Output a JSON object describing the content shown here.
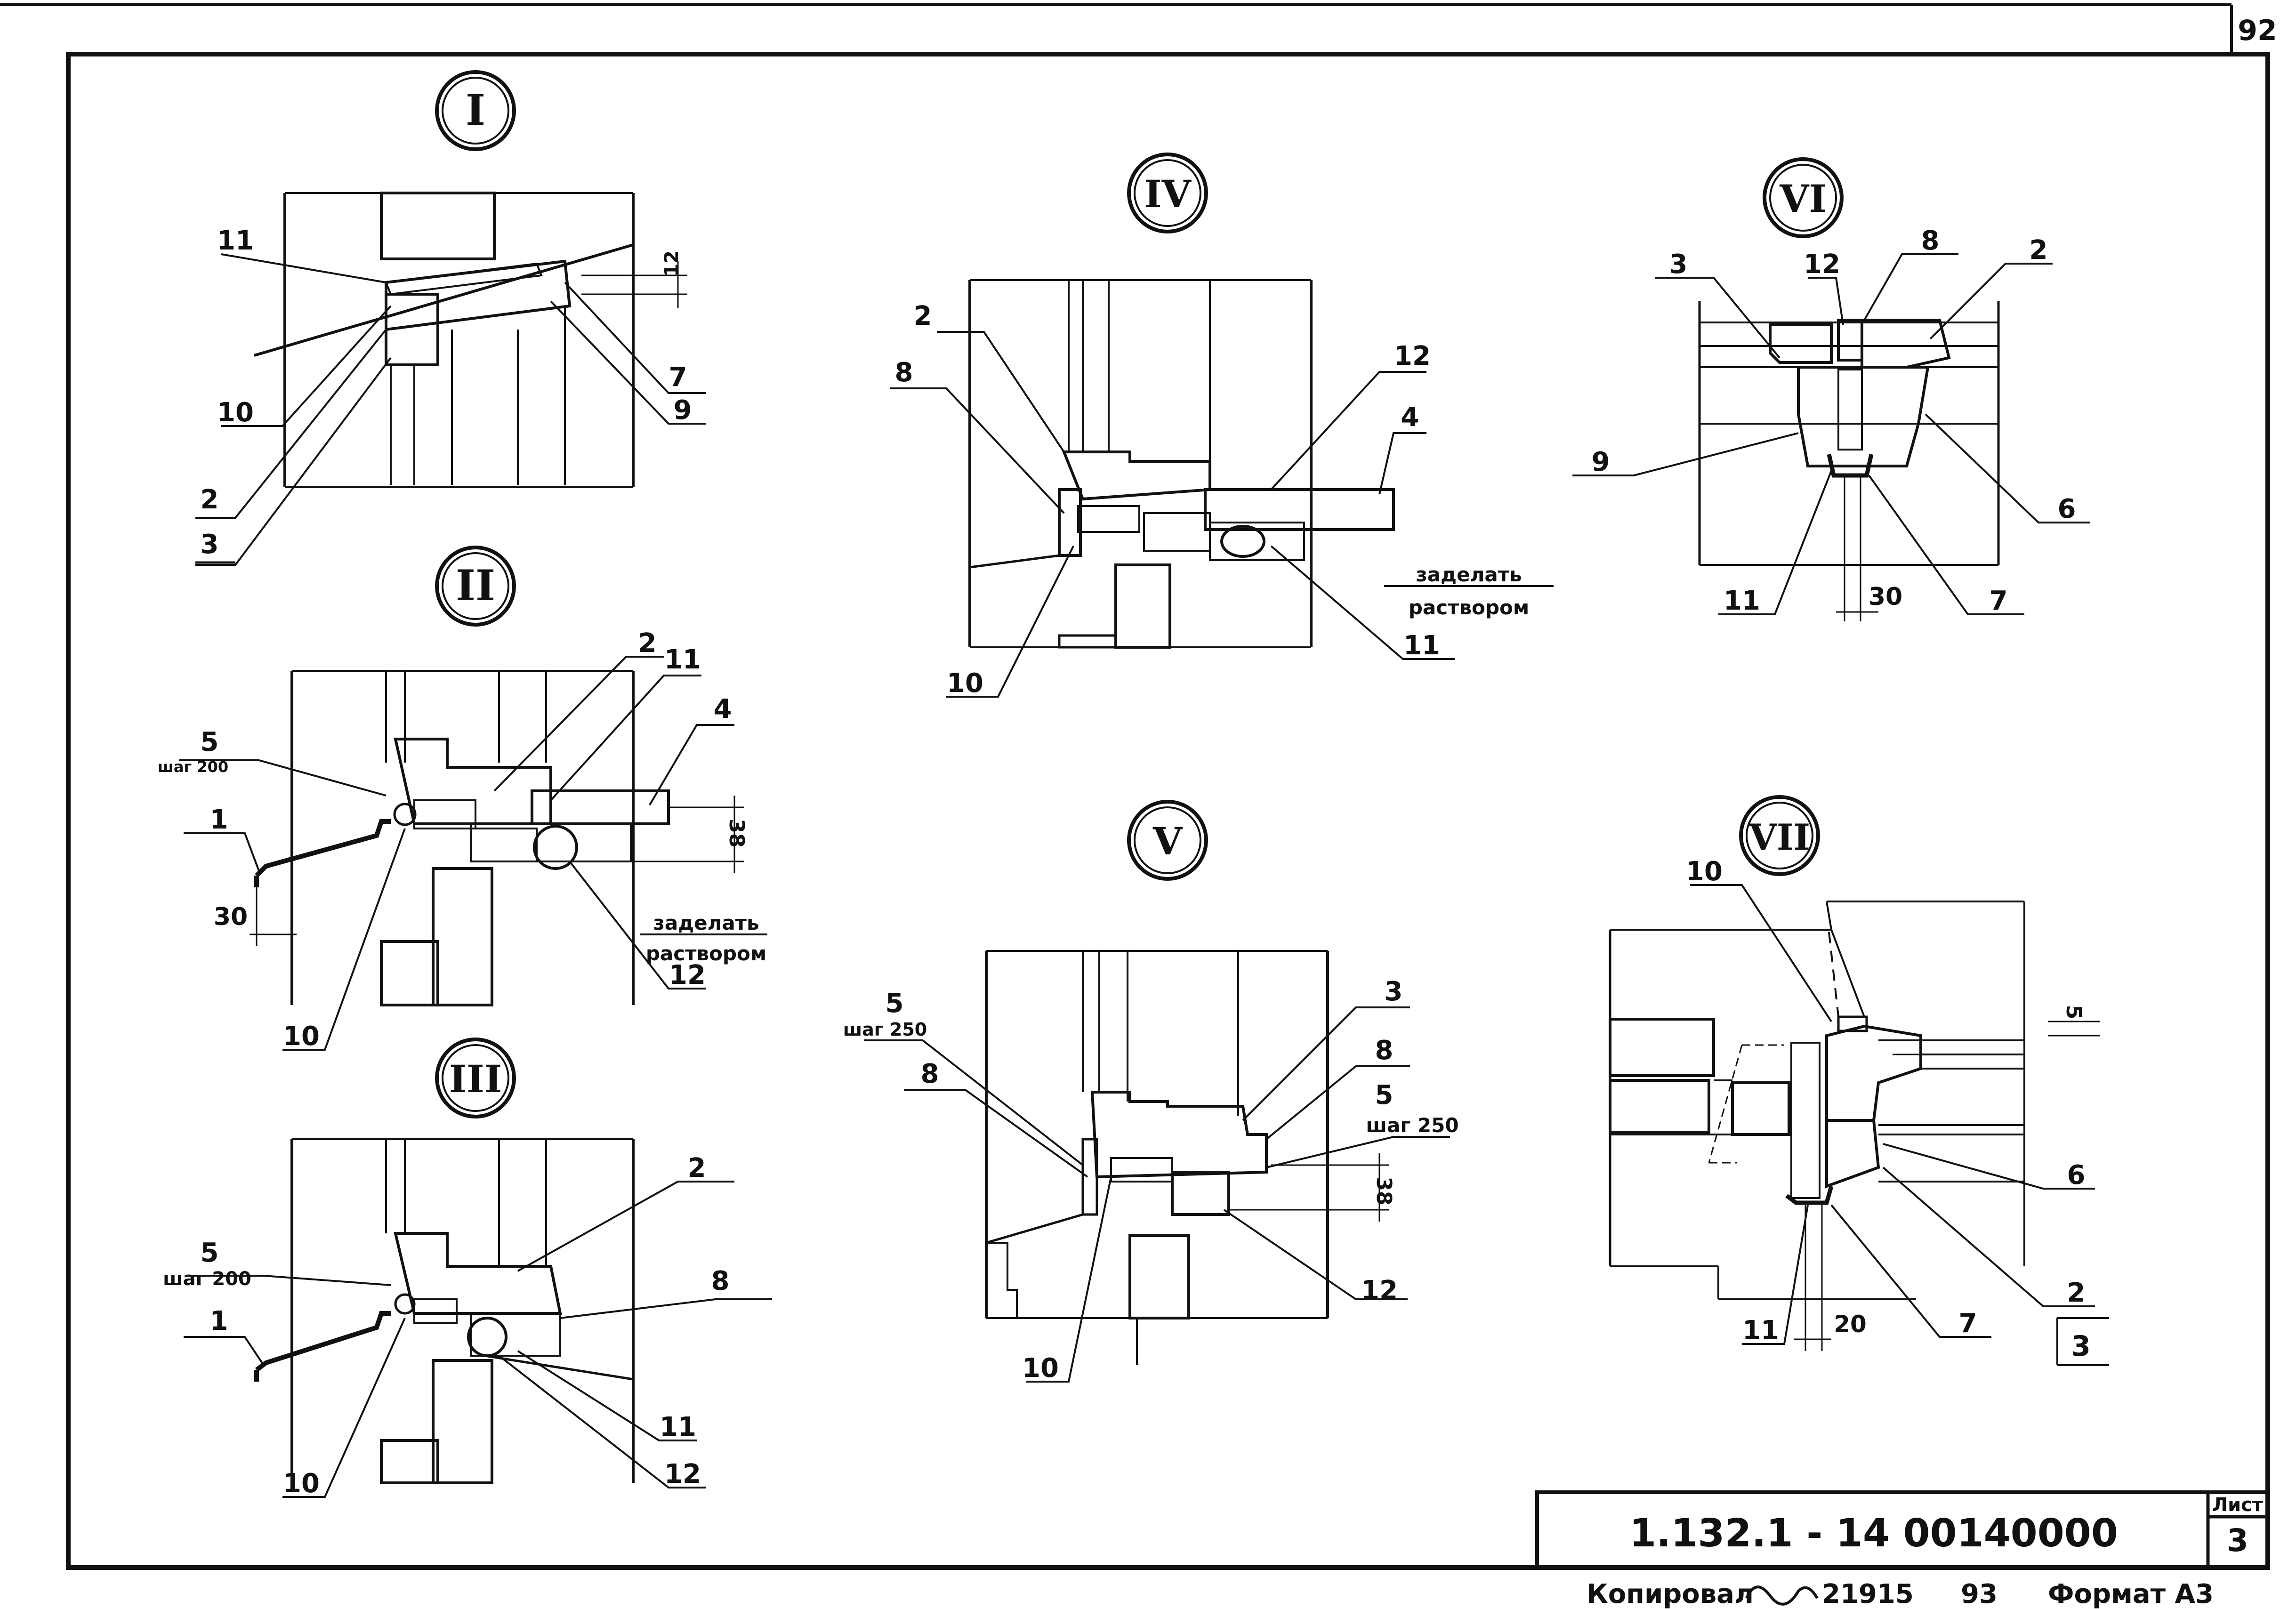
{
  "sheet": {
    "page_number": "92",
    "designation": "1.132.1 - 14 00140000",
    "list_header": "Лист",
    "list_number": "3",
    "copied_by": "Копировал",
    "order_number": "21915",
    "order_extra": "93",
    "format": "Формат А3"
  },
  "details": [
    {
      "id": "I",
      "callouts": [
        {
          "text": "11"
        },
        {
          "text": "10"
        },
        {
          "text": "2"
        },
        {
          "text": "3"
        },
        {
          "text": "7"
        },
        {
          "text": "9"
        }
      ],
      "dims": [
        {
          "text": "12"
        }
      ],
      "notes": []
    },
    {
      "id": "II",
      "callouts": [
        {
          "text": "5"
        },
        {
          "text": "1"
        },
        {
          "text": "2"
        },
        {
          "text": "11"
        },
        {
          "text": "4"
        },
        {
          "text": "12"
        },
        {
          "text": "10"
        }
      ],
      "dims": [
        {
          "text": "38"
        },
        {
          "text": "30"
        },
        {
          "text": "шаг 200"
        }
      ],
      "notes": [
        "заделать",
        "раствором"
      ]
    },
    {
      "id": "III",
      "callouts": [
        {
          "text": "5"
        },
        {
          "text": "1"
        },
        {
          "text": "2"
        },
        {
          "text": "8"
        },
        {
          "text": "11"
        },
        {
          "text": "12"
        },
        {
          "text": "10"
        }
      ],
      "dims": [
        {
          "text": "шаг 200"
        }
      ],
      "notes": []
    },
    {
      "id": "IV",
      "callouts": [
        {
          "text": "2"
        },
        {
          "text": "8"
        },
        {
          "text": "12"
        },
        {
          "text": "4"
        },
        {
          "text": "11"
        },
        {
          "text": "10"
        }
      ],
      "dims": [],
      "notes": [
        "заделать",
        "раствором"
      ]
    },
    {
      "id": "V",
      "callouts": [
        {
          "text": "5"
        },
        {
          "text": "8"
        },
        {
          "text": "3"
        },
        {
          "text": "8"
        },
        {
          "text": "5"
        },
        {
          "text": "12"
        },
        {
          "text": "10"
        }
      ],
      "dims": [
        {
          "text": "38"
        },
        {
          "text": "шаг 250"
        },
        {
          "text": "шаг 250"
        }
      ],
      "notes": []
    },
    {
      "id": "VI",
      "callouts": [
        {
          "text": "3"
        },
        {
          "text": "12"
        },
        {
          "text": "8"
        },
        {
          "text": "2"
        },
        {
          "text": "9"
        },
        {
          "text": "6"
        },
        {
          "text": "11"
        },
        {
          "text": "7"
        }
      ],
      "dims": [
        {
          "text": "30"
        }
      ],
      "notes": []
    },
    {
      "id": "VII",
      "callouts": [
        {
          "text": "10"
        },
        {
          "text": "6"
        },
        {
          "text": "2"
        },
        {
          "text": "3"
        },
        {
          "text": "11"
        },
        {
          "text": "7"
        }
      ],
      "dims": [
        {
          "text": "5"
        },
        {
          "text": "20"
        }
      ],
      "notes": []
    }
  ]
}
